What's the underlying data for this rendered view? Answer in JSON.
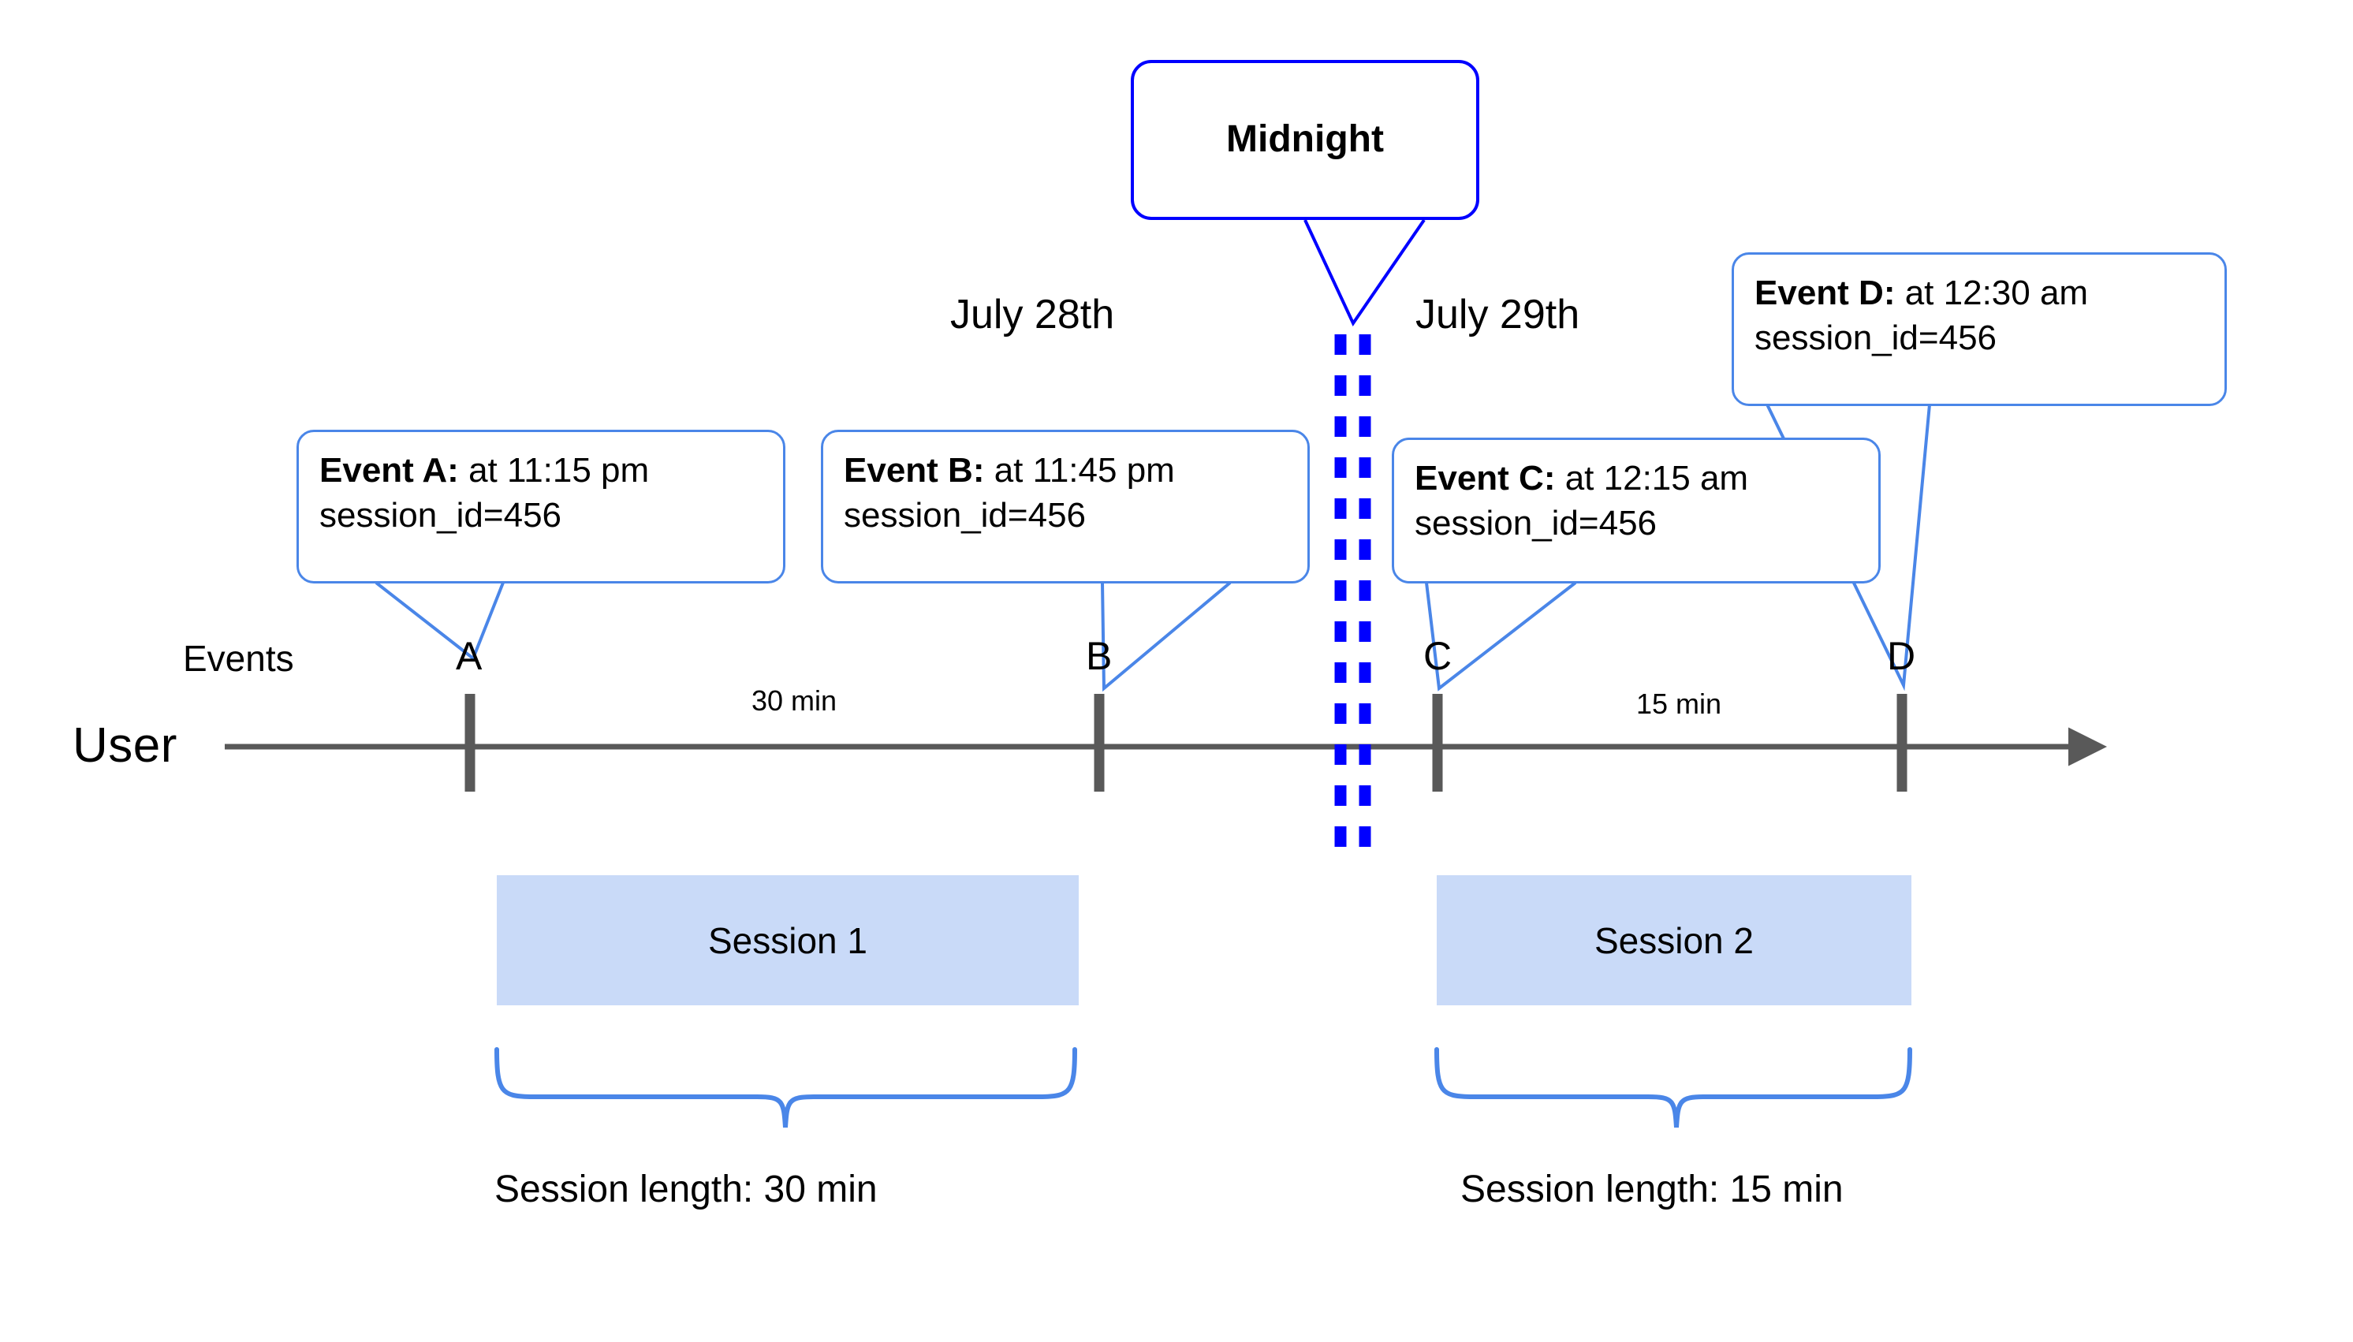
{
  "diagram": {
    "title_text": "Midnight",
    "lanes": {
      "user_label": "User",
      "events_label": "Events"
    },
    "dates": {
      "left": "July 28th",
      "right": "July 29th"
    },
    "markers": [
      {
        "letter": "A"
      },
      {
        "letter": "B"
      },
      {
        "letter": "C"
      },
      {
        "letter": "D"
      }
    ],
    "gaps": [
      {
        "label": "30 min"
      },
      {
        "label": "15 min"
      }
    ],
    "callouts": [
      {
        "id": "event-a",
        "strong": "Event A:",
        "rest": " at 11:15 pm",
        "line2": "session_id=456"
      },
      {
        "id": "event-b",
        "strong": "Event B:",
        "rest": " at 11:45 pm",
        "line2": "session_id=456"
      },
      {
        "id": "event-c",
        "strong": "Event C:",
        "rest": " at 12:15 am",
        "line2": "session_id=456"
      },
      {
        "id": "event-d",
        "strong": "Event D:",
        "rest": " at 12:30 am",
        "line2": "session_id=456"
      }
    ],
    "sessions": [
      {
        "bar_label": "Session 1",
        "length_label": "Session length: 30 min"
      },
      {
        "bar_label": "Session 2",
        "length_label": "Session length: 15 min"
      }
    ],
    "colors": {
      "callout_border": "#4a86e8",
      "midnight_border": "#0000ff",
      "session_bar_fill": "#c9daf8",
      "axis": "#595959",
      "brace": "#4a86e8",
      "text": "#000000",
      "background": "#ffffff"
    },
    "icons": {
      "axis_arrow": "arrow-right-icon",
      "midnight_divider": "dashed-divider-icon"
    }
  }
}
